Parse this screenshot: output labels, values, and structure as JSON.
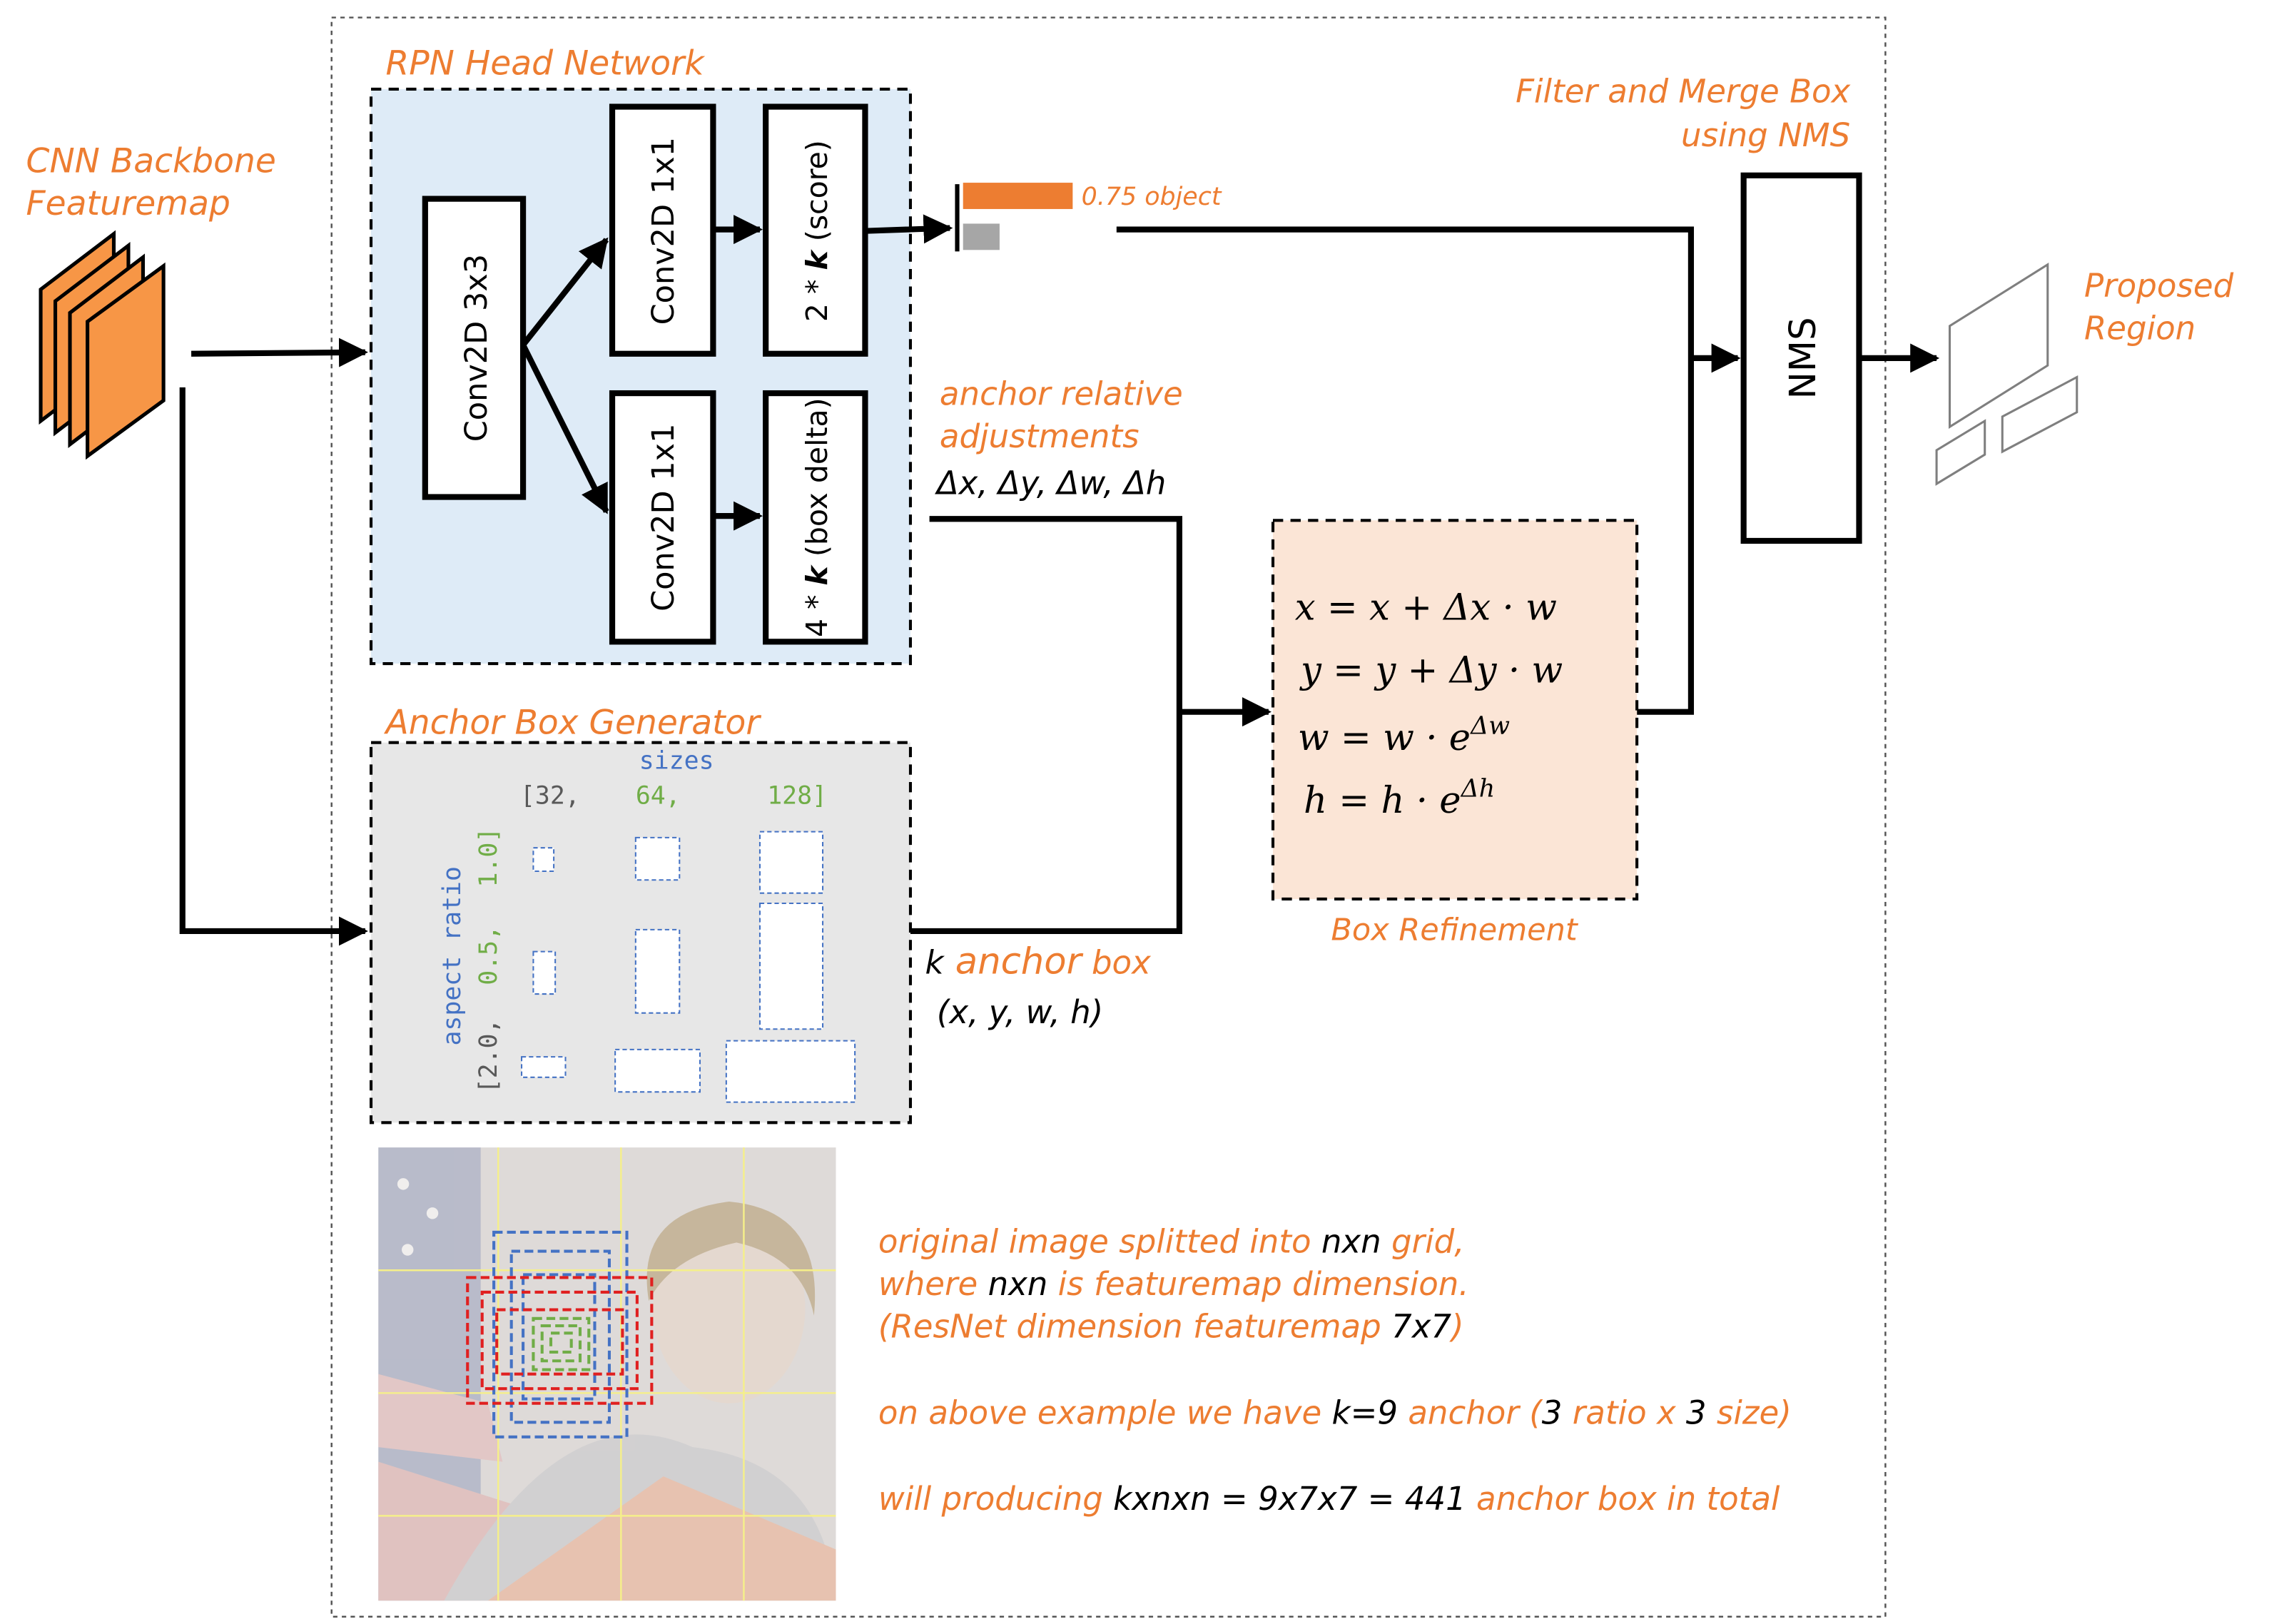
{
  "labels": {
    "backbone_l1": "CNN Backbone",
    "backbone_l2": "Featuremap",
    "rpn_title": "RPN Head Network",
    "conv3x3": "Conv2D 3x3",
    "conv1x1_top": "Conv2D 1x1",
    "conv1x1_bottom": "Conv2D 1x1",
    "score_prefix": "2 * ",
    "score_k": "k",
    "score_suffix": " (score)",
    "delta_prefix": "4 * ",
    "delta_k": "k",
    "delta_suffix": " (box delta)",
    "score_bar_label": "0.75 object",
    "adj_l1": "anchor relative",
    "adj_l2": "adjustments",
    "adj_l3": "Δx, Δy, Δw, Δh",
    "nms_title_l1": "Filter and Merge Box",
    "nms_title_l2": "using NMS",
    "nms": "NMS",
    "proposed_l1": "Proposed",
    "proposed_l2": "Region",
    "anchor_gen_title": "Anchor Box Generator",
    "sizes_title": "sizes",
    "size_open": "[32,",
    "size_mid": "64,",
    "size_last": "128]",
    "ratio_title": "aspect ratio",
    "ratio_open": "[2.0,",
    "ratio_mid": "0.5,",
    "ratio_last": "1.0]",
    "k_anchor_k": "k",
    "k_anchor_word": " anchor",
    "k_anchor_box": " box",
    "k_anchor_coords": "(x, y, w, h)",
    "refine_title": "Box Refinement",
    "eq_x": "x  =  x +  Δx · w",
    "eq_y": "y  =  y +  Δy · w",
    "eq_w": "w  =  w ·  e",
    "eq_w_sup": "Δw",
    "eq_h": "h  =  h ·  e",
    "eq_h_sup": "Δh"
  },
  "notes": {
    "n1_a": "original image splitted into ",
    "n1_b": "nxn",
    "n1_c": " grid,",
    "n2_a": "where ",
    "n2_b": "nxn",
    "n2_c": " is featuremap dimension.",
    "n3_a": "(ResNet dimension featuremap ",
    "n3_b": "7x7",
    "n3_c": ")",
    "n4_a": "on above example we have ",
    "n4_b": "k=9",
    "n4_c": " anchor (",
    "n4_d": "3",
    "n4_e": " ratio x ",
    "n4_f": "3",
    "n4_g": " size)",
    "n5_a": "will producing ",
    "n5_b": "kxnxn = 9x7x7 = 441",
    "n5_c": " anchor box in total"
  },
  "score": {
    "object": 0.75
  },
  "colors": {
    "accent_orange": "#ed7d31",
    "rpn_bg": "#deebf7",
    "anchor_bg": "#e7e7e7",
    "refine_bg": "#fbe5d6",
    "size_blue": "#4472c4",
    "ratio_green": "#70ad47",
    "anchor_red": "#e02020"
  }
}
